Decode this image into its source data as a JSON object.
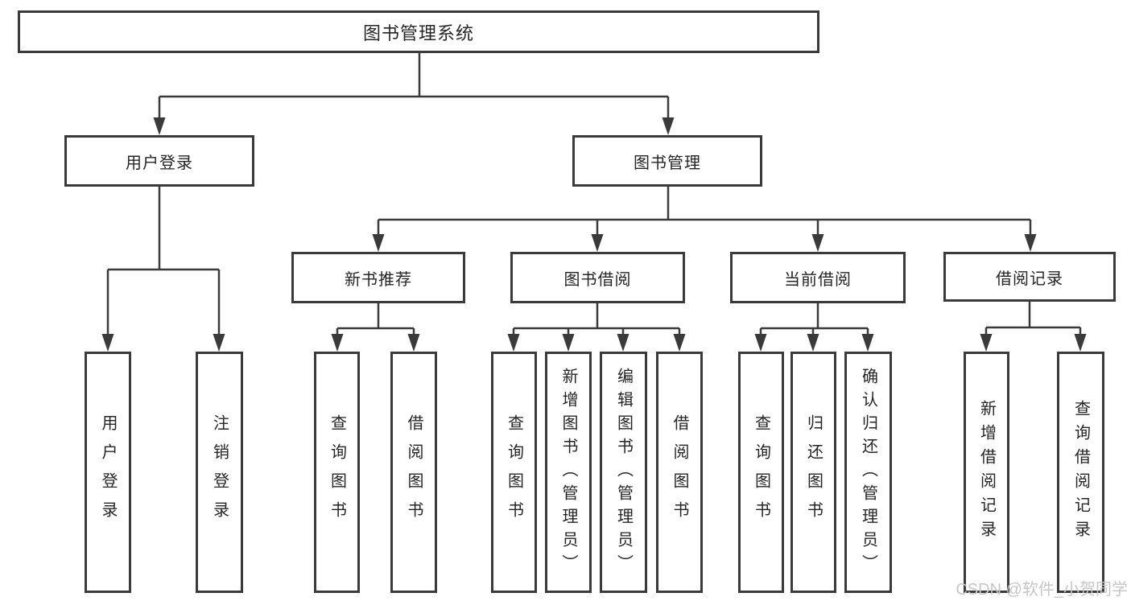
{
  "diagram": {
    "background": "#ffffff",
    "line_color": "#3a3a3a",
    "box_border_color": "#3a3a3a",
    "text_color": "#252525",
    "watermark": {
      "text": "CSDN @软件_小贺同学",
      "color": "#c6c6c6"
    },
    "tree": {
      "label": "图书管理系统",
      "children": [
        {
          "label": "用户登录",
          "children": [
            {
              "label": "用户登录"
            },
            {
              "label": "注销登录"
            }
          ]
        },
        {
          "label": "图书管理",
          "children": [
            {
              "label": "新书推荐",
              "children": [
                {
                  "label": "查询图书"
                },
                {
                  "label": "借阅图书"
                }
              ]
            },
            {
              "label": "图书借阅",
              "children": [
                {
                  "label": "查询图书"
                },
                {
                  "label": "新增图书（管理员）"
                },
                {
                  "label": "编辑图书（管理员）"
                },
                {
                  "label": "借阅图书"
                }
              ]
            },
            {
              "label": "当前借阅",
              "children": [
                {
                  "label": "查询图书"
                },
                {
                  "label": "归还图书"
                },
                {
                  "label": "确认归还（管理员）"
                }
              ]
            },
            {
              "label": "借阅记录",
              "children": [
                {
                  "label": "新增借阅记录"
                },
                {
                  "label": "查询借阅记录"
                }
              ]
            }
          ]
        }
      ]
    }
  }
}
